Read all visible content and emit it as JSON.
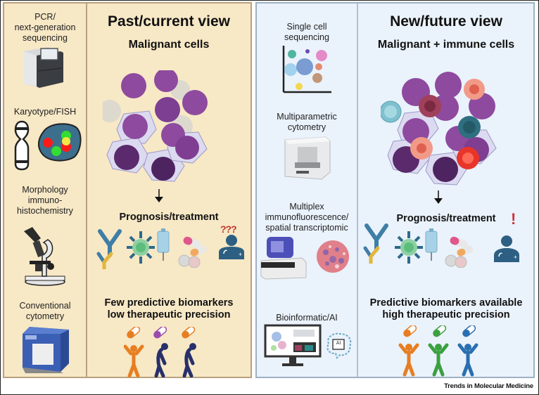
{
  "past": {
    "title": "Past/current view",
    "subtitle": "Malignant cells",
    "outcome_heading": "Prognosis/treatment",
    "conclusion_line1": "Few predictive biomarkers",
    "conclusion_line2": "low therapeutic precision",
    "doctor_mark": "???",
    "techniques": [
      {
        "line1": "PCR/",
        "line2": "next-generation",
        "line3": "sequencing"
      },
      {
        "line1": "Karyotype/FISH"
      },
      {
        "line1": "Morphology",
        "line2": "immuno-",
        "line3": "histochemistry"
      },
      {
        "line1": "Conventional",
        "line2": "cytometry"
      }
    ],
    "background_color": "#f7e8c6",
    "border_color": "#b9a27c"
  },
  "future": {
    "title": "New/future view",
    "subtitle": "Malignant + immune cells",
    "outcome_heading": "Prognosis/treatment",
    "conclusion_line1": "Predictive biomarkers available",
    "conclusion_line2": "high therapeutic precision",
    "doctor_mark": "!",
    "techniques": [
      {
        "line1": "Single cell",
        "line2": "sequencing"
      },
      {
        "line1": "Multiparametric",
        "line2": "cytometry"
      },
      {
        "line1": "Multiplex",
        "line2": "immunofluorescence/",
        "line3": "spatial transcriptomic"
      },
      {
        "line1": "Bioinformatic/AI"
      }
    ],
    "background_color": "#eaf2fb",
    "border_color": "#9fb0c2"
  },
  "ai_chip_label": "AI",
  "credit": "Trends in Molecular Medicine"
}
